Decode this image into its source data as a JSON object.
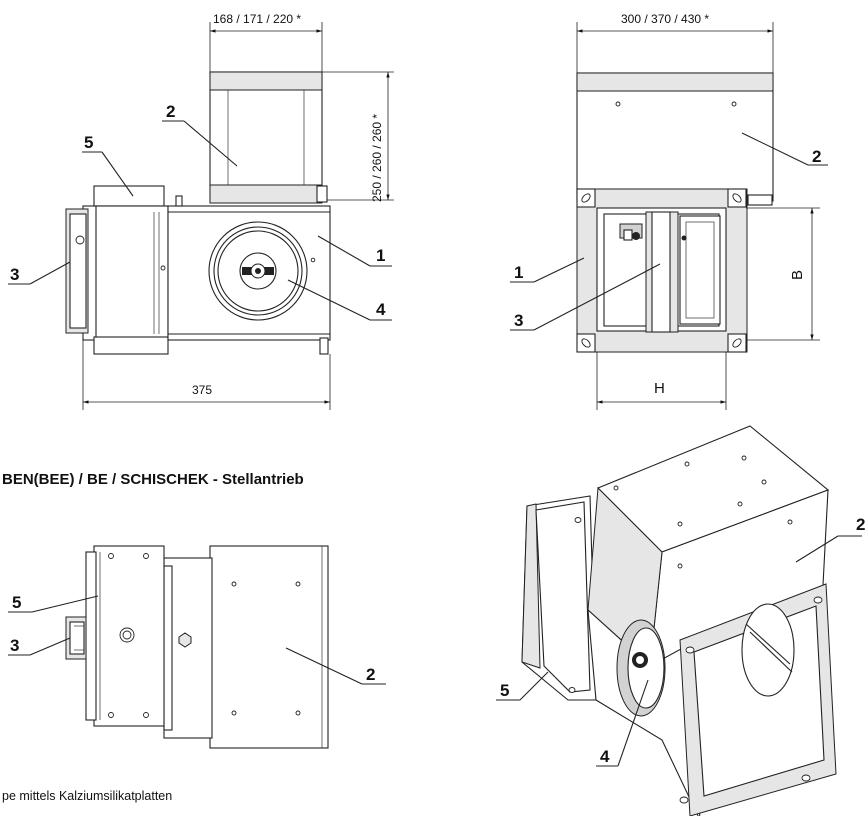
{
  "dimensions": {
    "top_width": "168 / 171 / 220 *",
    "right_width": "300 / 370 / 430 *",
    "height": "250 / 260 / 260 *",
    "length": "375",
    "h_label": "H",
    "b_label": "B"
  },
  "labels": {
    "front_view": [
      "2",
      "5",
      "3",
      "1",
      "4"
    ],
    "side_view": [
      "2",
      "1",
      "3"
    ],
    "bottom_view": [
      "5",
      "3",
      "2"
    ],
    "iso_view": [
      "2",
      "5",
      "4"
    ]
  },
  "heading": "BEN(BEE) / BE / SCHISCHEK - Stellantrieb",
  "caption": "pe mittels Kalziumsilikatplatten"
}
